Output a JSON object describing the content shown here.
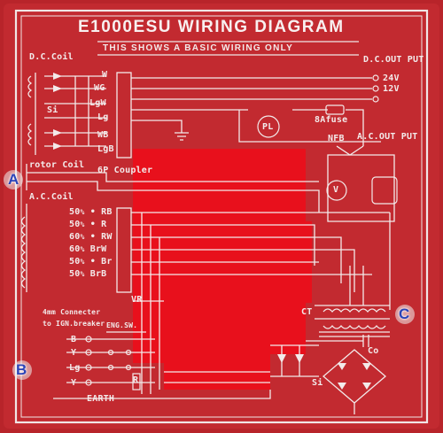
{
  "title": "E1000ESU WIRING DIAGRAM",
  "subtitle": "THIS SHOWS A BASIC WIRING ONLY",
  "dc_output": {
    "label": "D.C.OUT PUT",
    "v24": "24V",
    "v12": "12V"
  },
  "dc_coil": {
    "label": "D.C.Coil",
    "si": "Si"
  },
  "coupler": {
    "label": "6P Coupler",
    "wires": [
      "W",
      "WG",
      "LgW",
      "Lg",
      "WB",
      "LgB"
    ]
  },
  "rotor_coil": "rotor Coil",
  "ac_coil": {
    "label": "A.C.Coil",
    "rows": [
      {
        "freq": "50",
        "wire": "RB"
      },
      {
        "freq": "50",
        "wire": "R"
      },
      {
        "freq": "60",
        "wire": "RW"
      },
      {
        "freq": "60",
        "wire": "BrW"
      },
      {
        "freq": "50",
        "wire": "Br"
      },
      {
        "freq": "50",
        "wire": "BrB"
      }
    ]
  },
  "pilot_lamp": "PL",
  "fuse": "8Afuse",
  "nfb": "NFB",
  "ac_output": "A.C.OUT PUT",
  "voltmeter": "V",
  "vr": "VR",
  "ct": "CT",
  "si": "Si",
  "co": "Co",
  "r": "R",
  "connector": {
    "title": "4mm Connecter",
    "subtitle": "to IGN.breaker",
    "wires": [
      "B",
      "Y",
      "Lg",
      "Y"
    ]
  },
  "eng_sw": "ENG.SW.",
  "earth": "EARTH",
  "markers": {
    "a": "A",
    "b": "B",
    "c": "C"
  },
  "colors": {
    "plate": "#c0272d",
    "panel": "#e0131d",
    "ink": "#f3eaea",
    "marker": "#2b43b8"
  }
}
